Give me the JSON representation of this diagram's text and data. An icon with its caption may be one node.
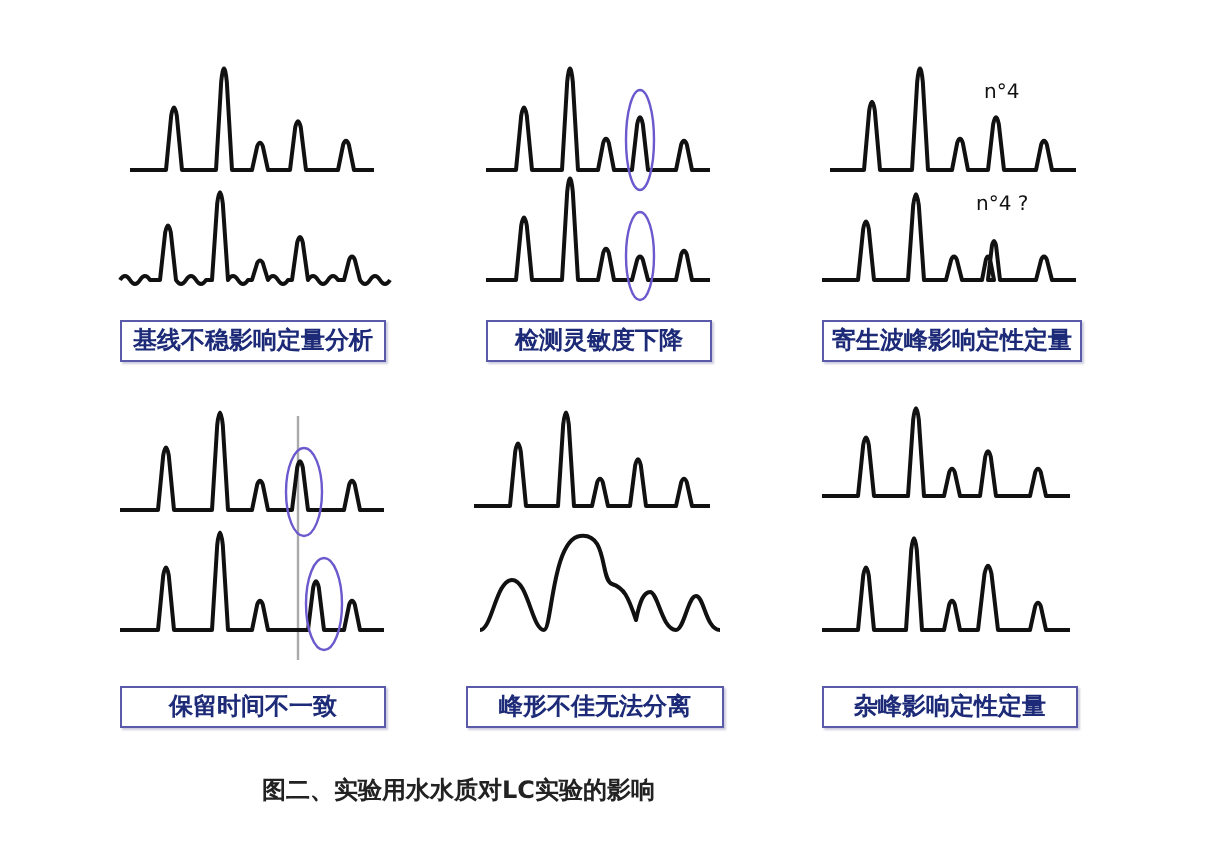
{
  "diagram": {
    "caption": "图二、实验用水水质对LC实验的影响",
    "nodes": [
      {
        "text": [
          "基线不稳影响定量分析"
        ]
      },
      {
        "text": [
          "检测灵敏度下降"
        ]
      },
      {
        "text": [
          "寄生波峰影响定性定量"
        ]
      },
      {
        "text": [
          "保留时间不一致"
        ]
      },
      {
        "text": [
          "峰形不佳无法分离"
        ]
      },
      {
        "text": [
          "杂峰影响定性定量"
        ]
      }
    ],
    "labels": [
      "n°4",
      "n°4 ?"
    ]
  }
}
